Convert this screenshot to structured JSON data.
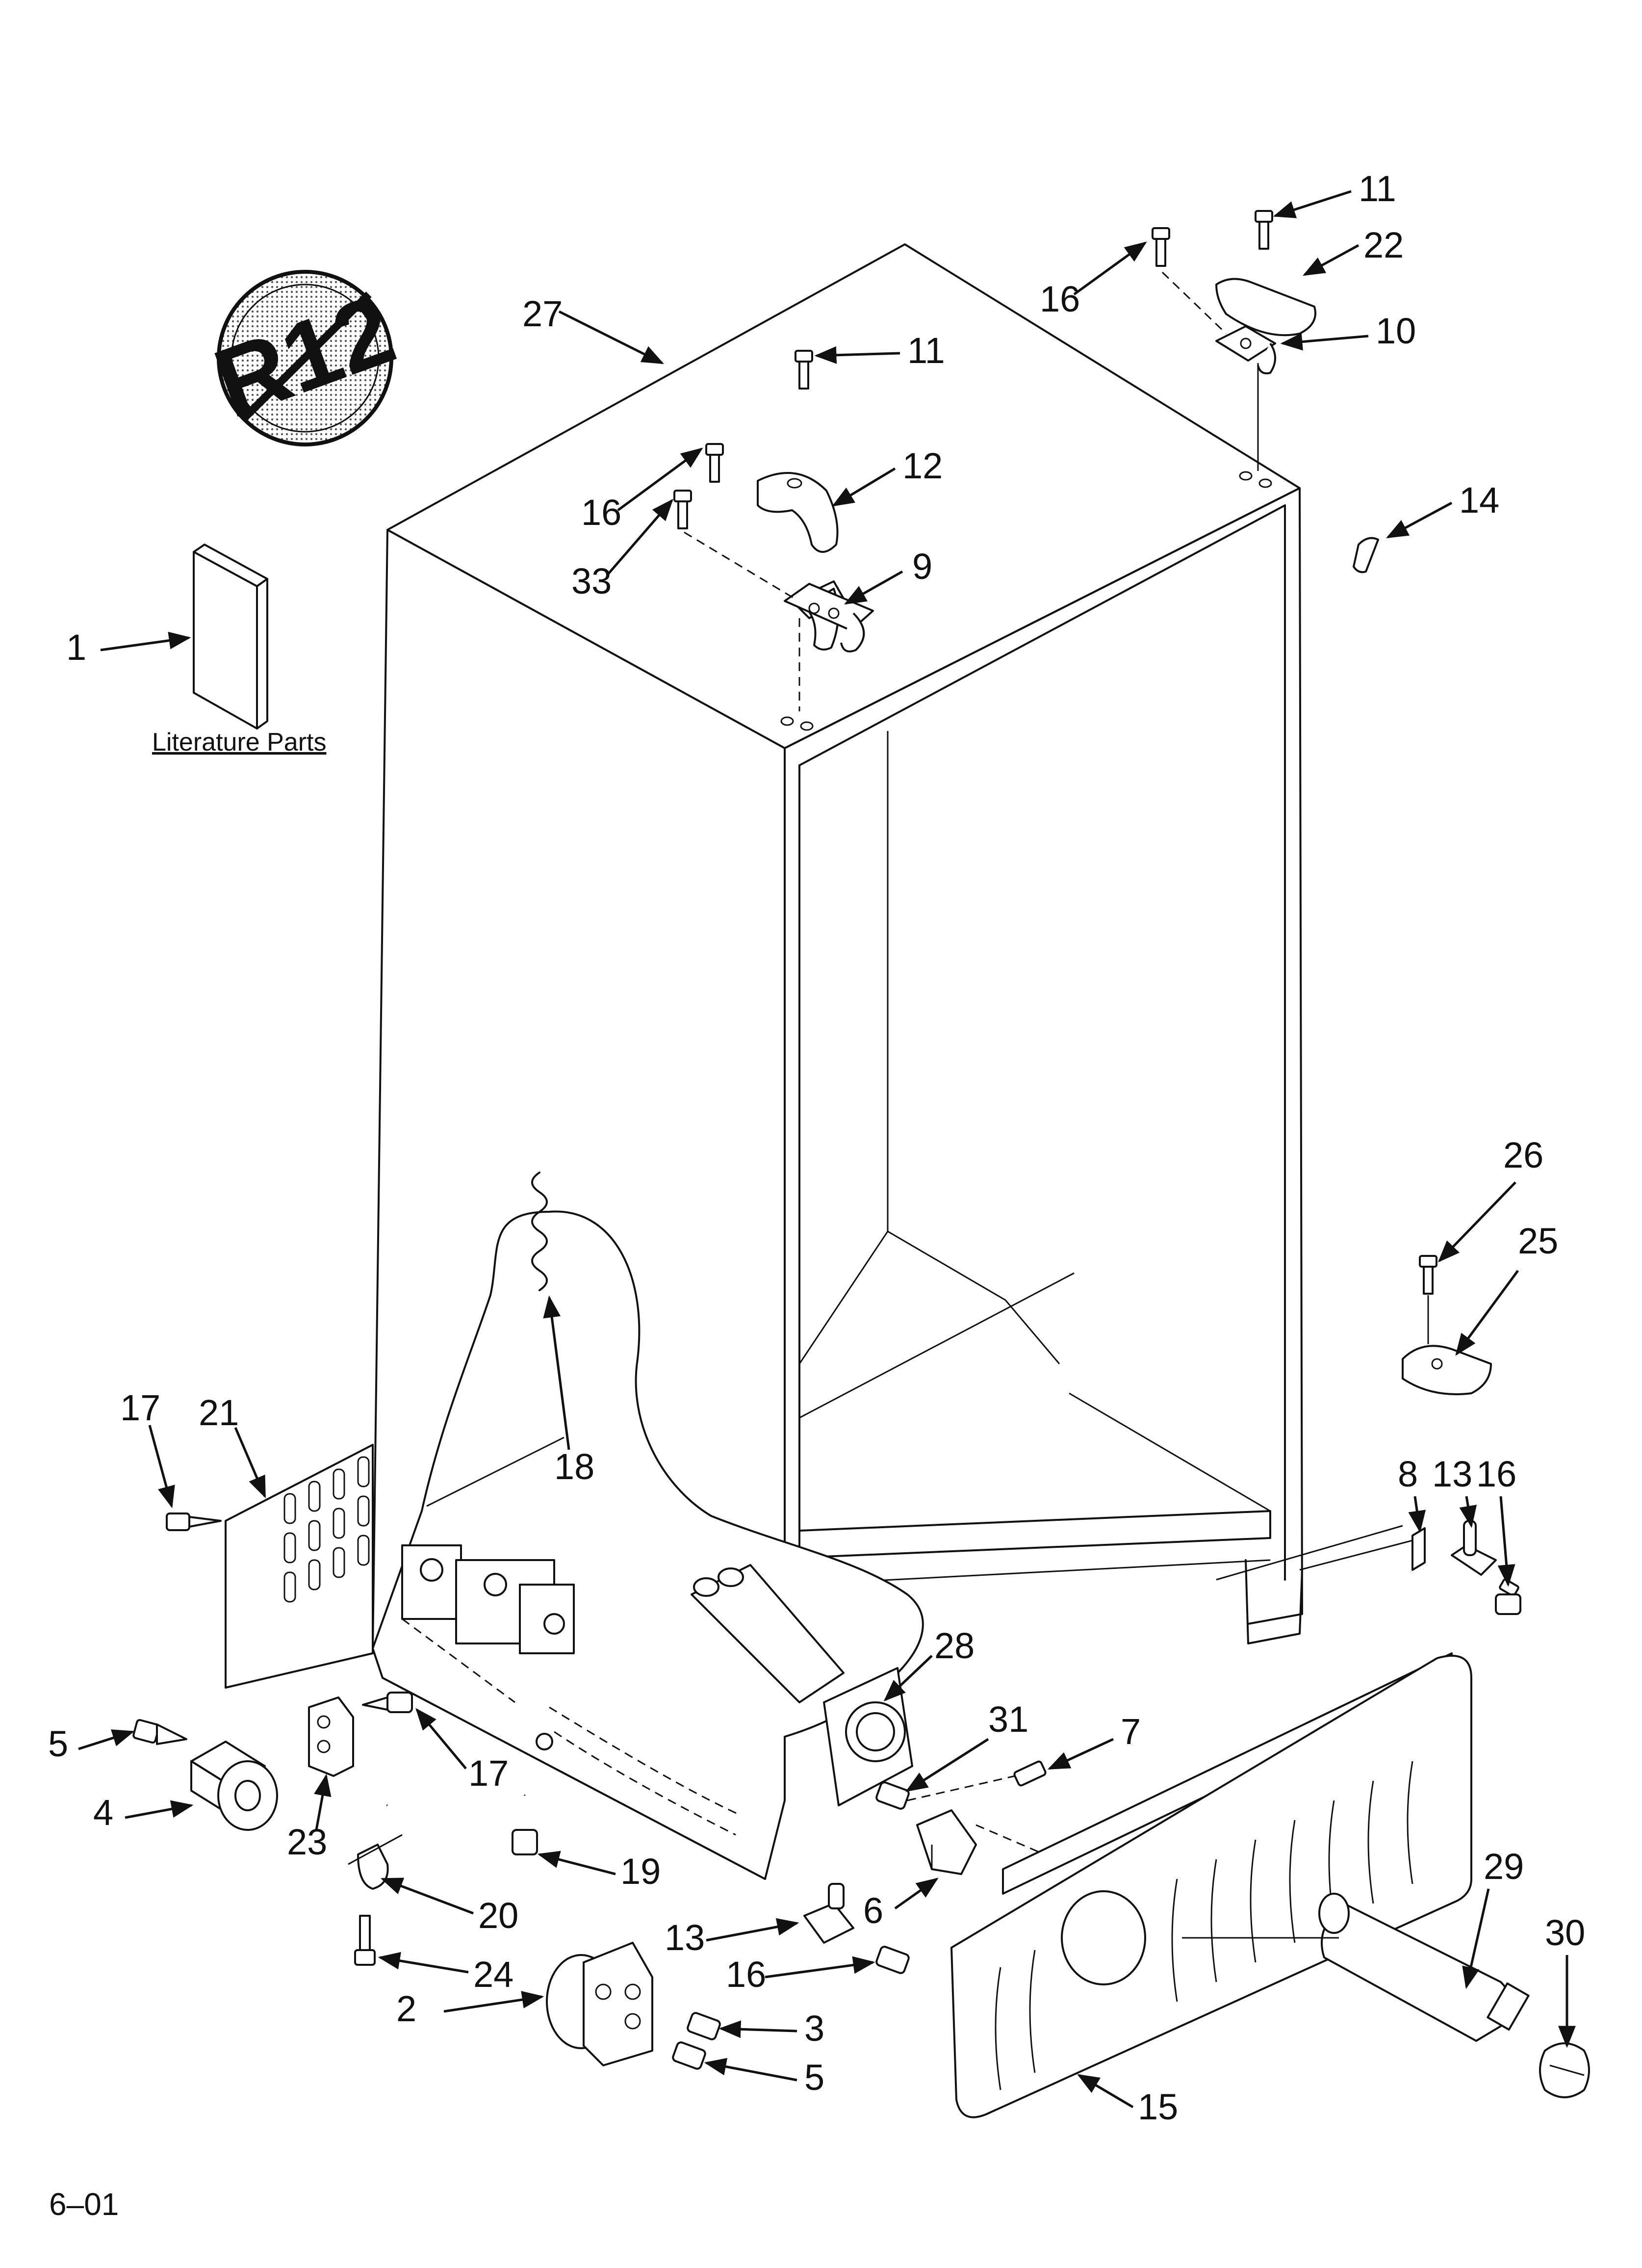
{
  "logo": {
    "name": "no-r12-symbol",
    "text": "R12"
  },
  "literature_caption": "Literature Parts",
  "footer_code": "6–01",
  "callouts": [
    {
      "id": "c1",
      "label": "1"
    },
    {
      "id": "c2",
      "label": "2"
    },
    {
      "id": "c3",
      "label": "3"
    },
    {
      "id": "c4",
      "label": "4"
    },
    {
      "id": "c5a",
      "label": "5"
    },
    {
      "id": "c5b",
      "label": "5"
    },
    {
      "id": "c6",
      "label": "6"
    },
    {
      "id": "c7",
      "label": "7"
    },
    {
      "id": "c8",
      "label": "8"
    },
    {
      "id": "c9",
      "label": "9"
    },
    {
      "id": "c10",
      "label": "10"
    },
    {
      "id": "c11a",
      "label": "11"
    },
    {
      "id": "c11b",
      "label": "11"
    },
    {
      "id": "c12",
      "label": "12"
    },
    {
      "id": "c13a",
      "label": "13"
    },
    {
      "id": "c13b",
      "label": "13"
    },
    {
      "id": "c14",
      "label": "14"
    },
    {
      "id": "c15",
      "label": "15"
    },
    {
      "id": "c16a",
      "label": "16"
    },
    {
      "id": "c16b",
      "label": "16"
    },
    {
      "id": "c16c",
      "label": "16"
    },
    {
      "id": "c16d",
      "label": "16"
    },
    {
      "id": "c17a",
      "label": "17"
    },
    {
      "id": "c17b",
      "label": "17"
    },
    {
      "id": "c18",
      "label": "18"
    },
    {
      "id": "c19",
      "label": "19"
    },
    {
      "id": "c20",
      "label": "20"
    },
    {
      "id": "c21",
      "label": "21"
    },
    {
      "id": "c22",
      "label": "22"
    },
    {
      "id": "c23",
      "label": "23"
    },
    {
      "id": "c24",
      "label": "24"
    },
    {
      "id": "c25",
      "label": "25"
    },
    {
      "id": "c26",
      "label": "26"
    },
    {
      "id": "c27",
      "label": "27"
    },
    {
      "id": "c28",
      "label": "28"
    },
    {
      "id": "c29",
      "label": "29"
    },
    {
      "id": "c30",
      "label": "30"
    },
    {
      "id": "c31",
      "label": "31"
    },
    {
      "id": "c33",
      "label": "33"
    }
  ]
}
